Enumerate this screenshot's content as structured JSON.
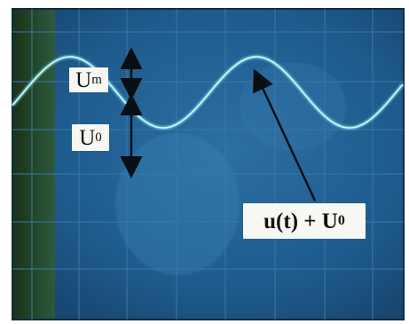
{
  "labels": {
    "amplitude": {
      "main": "U",
      "sub": "m"
    },
    "offset": {
      "main": "U",
      "sub": "0"
    },
    "signal": {
      "main": "u(t) + U",
      "sub": "0"
    }
  },
  "colors": {
    "screen": "#1d5a8c",
    "grid": "#3b77a8",
    "trace": "#8fe8ec",
    "arrow": "#0a0f14",
    "frame": "#2a4a22"
  }
}
